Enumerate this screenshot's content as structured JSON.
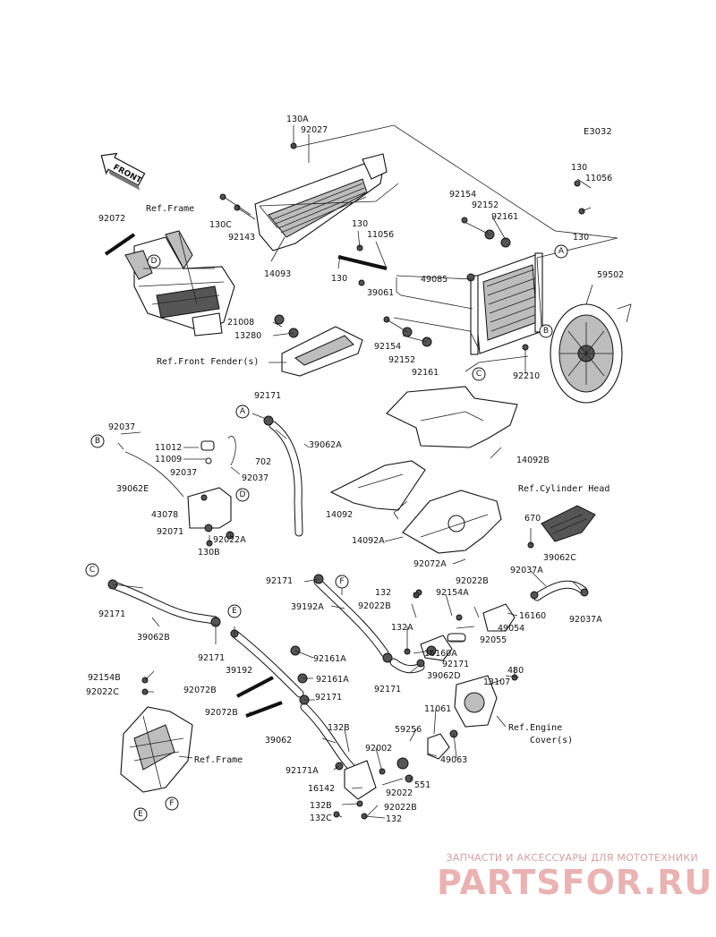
{
  "diagram_code": "E3032",
  "front_label": "FRONT",
  "refs": {
    "frame_top": "Ref.Frame",
    "front_fender": "Ref.Front Fender(s)",
    "cylinder_head": "Ref.Cylinder Head",
    "engine_cover_1": "Ref.Engine",
    "engine_cover_2": "Cover(s)",
    "frame_bottom": "Ref.Frame"
  },
  "callouts": [
    "A",
    "B",
    "C",
    "D",
    "E",
    "F"
  ],
  "parts": [
    {
      "id": "p1",
      "num": "130A"
    },
    {
      "id": "p2",
      "num": "92027"
    },
    {
      "id": "p3",
      "num": "130"
    },
    {
      "id": "p4",
      "num": "11056"
    },
    {
      "id": "p5",
      "num": "92154"
    },
    {
      "id": "p6",
      "num": "92152"
    },
    {
      "id": "p7",
      "num": "92161"
    },
    {
      "id": "p8",
      "num": "130"
    },
    {
      "id": "p9",
      "num": "92072"
    },
    {
      "id": "p10",
      "num": "130C"
    },
    {
      "id": "p11",
      "num": "92143"
    },
    {
      "id": "p12",
      "num": "130"
    },
    {
      "id": "p13",
      "num": "11056"
    },
    {
      "id": "p14",
      "num": "14093"
    },
    {
      "id": "p15",
      "num": "130"
    },
    {
      "id": "p16",
      "num": "49085"
    },
    {
      "id": "p17",
      "num": "39061"
    },
    {
      "id": "p18",
      "num": "59502"
    },
    {
      "id": "p19",
      "num": "21008"
    },
    {
      "id": "p20",
      "num": "13280"
    },
    {
      "id": "p21",
      "num": "92154"
    },
    {
      "id": "p22",
      "num": "92152"
    },
    {
      "id": "p23",
      "num": "92161"
    },
    {
      "id": "p24",
      "num": "92210"
    },
    {
      "id": "p25",
      "num": "92171"
    },
    {
      "id": "p26",
      "num": "39062A"
    },
    {
      "id": "p27",
      "num": "92037"
    },
    {
      "id": "p28",
      "num": "11012"
    },
    {
      "id": "p29",
      "num": "11009"
    },
    {
      "id": "p30",
      "num": "702"
    },
    {
      "id": "p31",
      "num": "92037"
    },
    {
      "id": "p32",
      "num": "92037"
    },
    {
      "id": "p33",
      "num": "14092B"
    },
    {
      "id": "p34",
      "num": "39062E"
    },
    {
      "id": "p35",
      "num": "43078"
    },
    {
      "id": "p36",
      "num": "92071"
    },
    {
      "id": "p37",
      "num": "92022A"
    },
    {
      "id": "p38",
      "num": "130B"
    },
    {
      "id": "p39",
      "num": "14092"
    },
    {
      "id": "p40",
      "num": "14092A"
    },
    {
      "id": "p41",
      "num": "670"
    },
    {
      "id": "p42",
      "num": "92072A"
    },
    {
      "id": "p43",
      "num": "39062C"
    },
    {
      "id": "p44",
      "num": "92037A"
    },
    {
      "id": "p45",
      "num": "92171"
    },
    {
      "id": "p46",
      "num": "92022B"
    },
    {
      "id": "p47",
      "num": "132"
    },
    {
      "id": "p48",
      "num": "92154A"
    },
    {
      "id": "p49",
      "num": "92022B"
    },
    {
      "id": "p50",
      "num": "16160"
    },
    {
      "id": "p51",
      "num": "92037A"
    },
    {
      "id": "p52",
      "num": "39192A"
    },
    {
      "id": "p53",
      "num": "49054"
    },
    {
      "id": "p54",
      "num": "92171"
    },
    {
      "id": "p55",
      "num": "132A"
    },
    {
      "id": "p56",
      "num": "92055"
    },
    {
      "id": "p57",
      "num": "39062B"
    },
    {
      "id": "p58",
      "num": "16160A"
    },
    {
      "id": "p59",
      "num": "92171"
    },
    {
      "id": "p60",
      "num": "92171"
    },
    {
      "id": "p61",
      "num": "39062D"
    },
    {
      "id": "p62",
      "num": "92171"
    },
    {
      "id": "p63",
      "num": "39192"
    },
    {
      "id": "p64",
      "num": "92161A"
    },
    {
      "id": "p65",
      "num": "92161A"
    },
    {
      "id": "p66",
      "num": "480"
    },
    {
      "id": "p67",
      "num": "13107"
    },
    {
      "id": "p68",
      "num": "92154B"
    },
    {
      "id": "p69",
      "num": "92022C"
    },
    {
      "id": "p70",
      "num": "92072B"
    },
    {
      "id": "p71",
      "num": "92171"
    },
    {
      "id": "p72",
      "num": "92072B"
    },
    {
      "id": "p73",
      "num": "11061"
    },
    {
      "id": "p74",
      "num": "132B"
    },
    {
      "id": "p75",
      "num": "59256"
    },
    {
      "id": "p76",
      "num": "39062"
    },
    {
      "id": "p77",
      "num": "92002"
    },
    {
      "id": "p78",
      "num": "49063"
    },
    {
      "id": "p79",
      "num": "92171A"
    },
    {
      "id": "p80",
      "num": "16142"
    },
    {
      "id": "p81",
      "num": "92022"
    },
    {
      "id": "p82",
      "num": "551"
    },
    {
      "id": "p83",
      "num": "132B"
    },
    {
      "id": "p84",
      "num": "92022B"
    },
    {
      "id": "p85",
      "num": "132C"
    },
    {
      "id": "p86",
      "num": "132"
    }
  ],
  "watermark": {
    "line1": "ЗАПЧАСТИ И АКСЕССУАРЫ ДЛЯ МОТОТЕХНИКИ",
    "logo": "PARTSFOR.RU"
  }
}
